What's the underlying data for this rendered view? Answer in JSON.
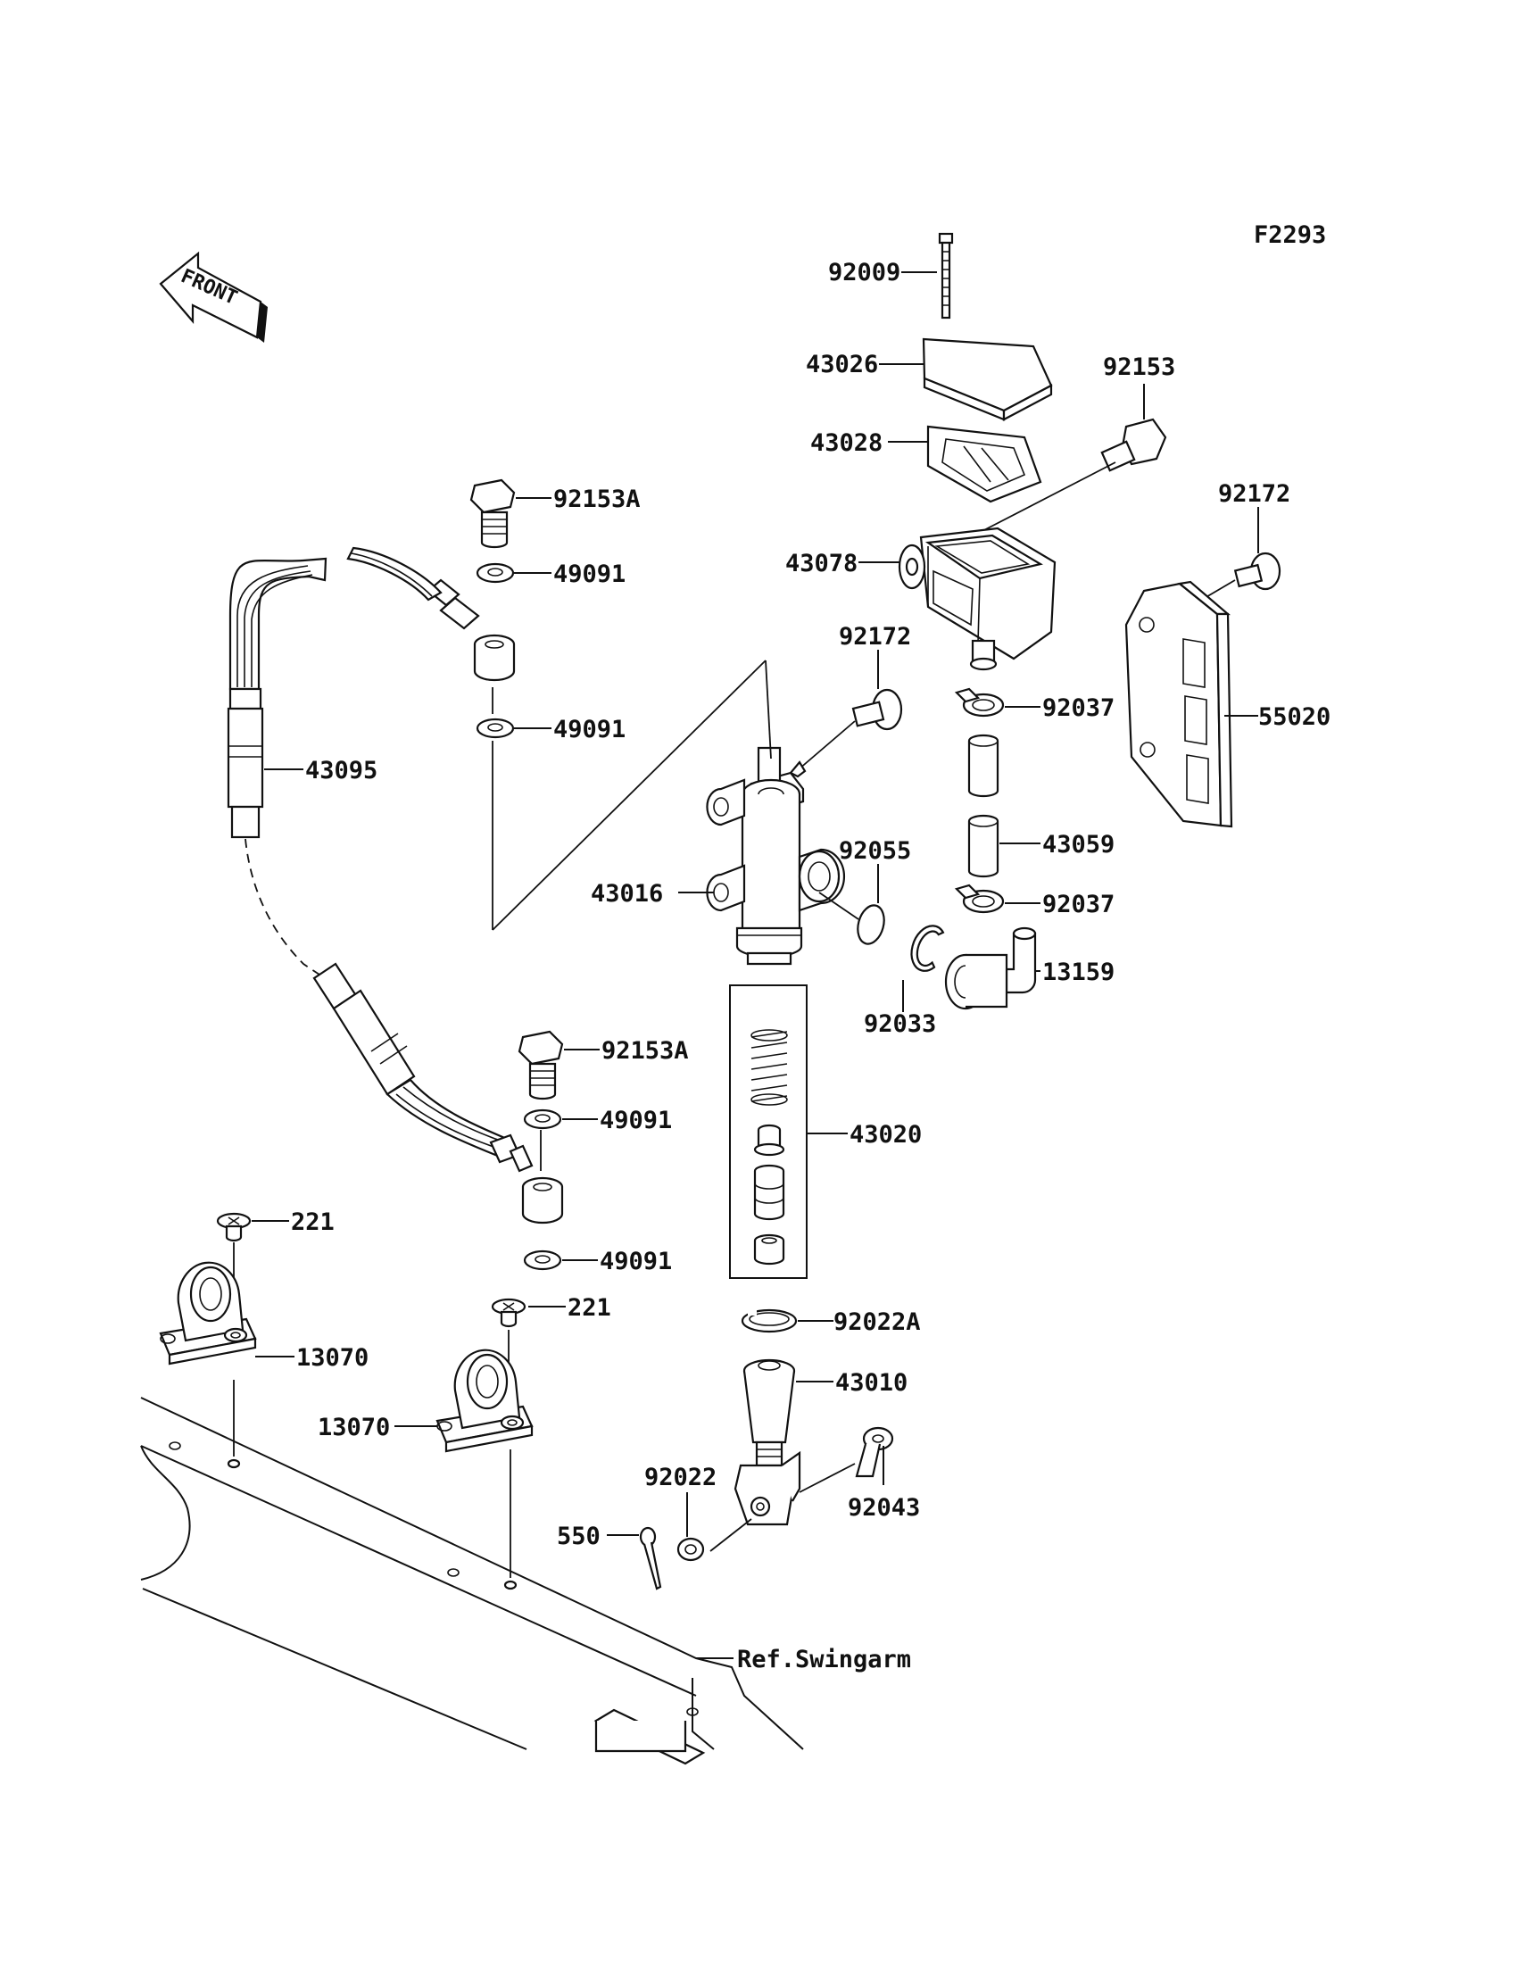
{
  "figure_code": "F2293",
  "front_arrow_label": "FRONT",
  "labels": {
    "p92009": "92009",
    "p43026": "43026",
    "p43028": "43028",
    "p92153": "92153",
    "p43078": "43078",
    "p92172_right": "92172",
    "p92153A_top": "92153A",
    "p49091_1": "49091",
    "p49091_2": "49091",
    "p43095": "43095",
    "p92172_mid": "92172",
    "p92037_top": "92037",
    "p55020": "55020",
    "p43059": "43059",
    "p92055": "92055",
    "p43016": "43016",
    "p92037_bot": "92037",
    "p13159": "13159",
    "p92033": "92033",
    "p92153A_bot": "92153A",
    "p49091_3": "49091",
    "p43020": "43020",
    "p49091_4": "49091",
    "p221_left": "221",
    "p13070_left": "13070",
    "p221_mid": "221",
    "p13070_mid": "13070",
    "p92022A": "92022A",
    "p43010": "43010",
    "p92022": "92022",
    "p92043": "92043",
    "p550": "550",
    "ref_swingarm": "Ref.Swingarm"
  }
}
